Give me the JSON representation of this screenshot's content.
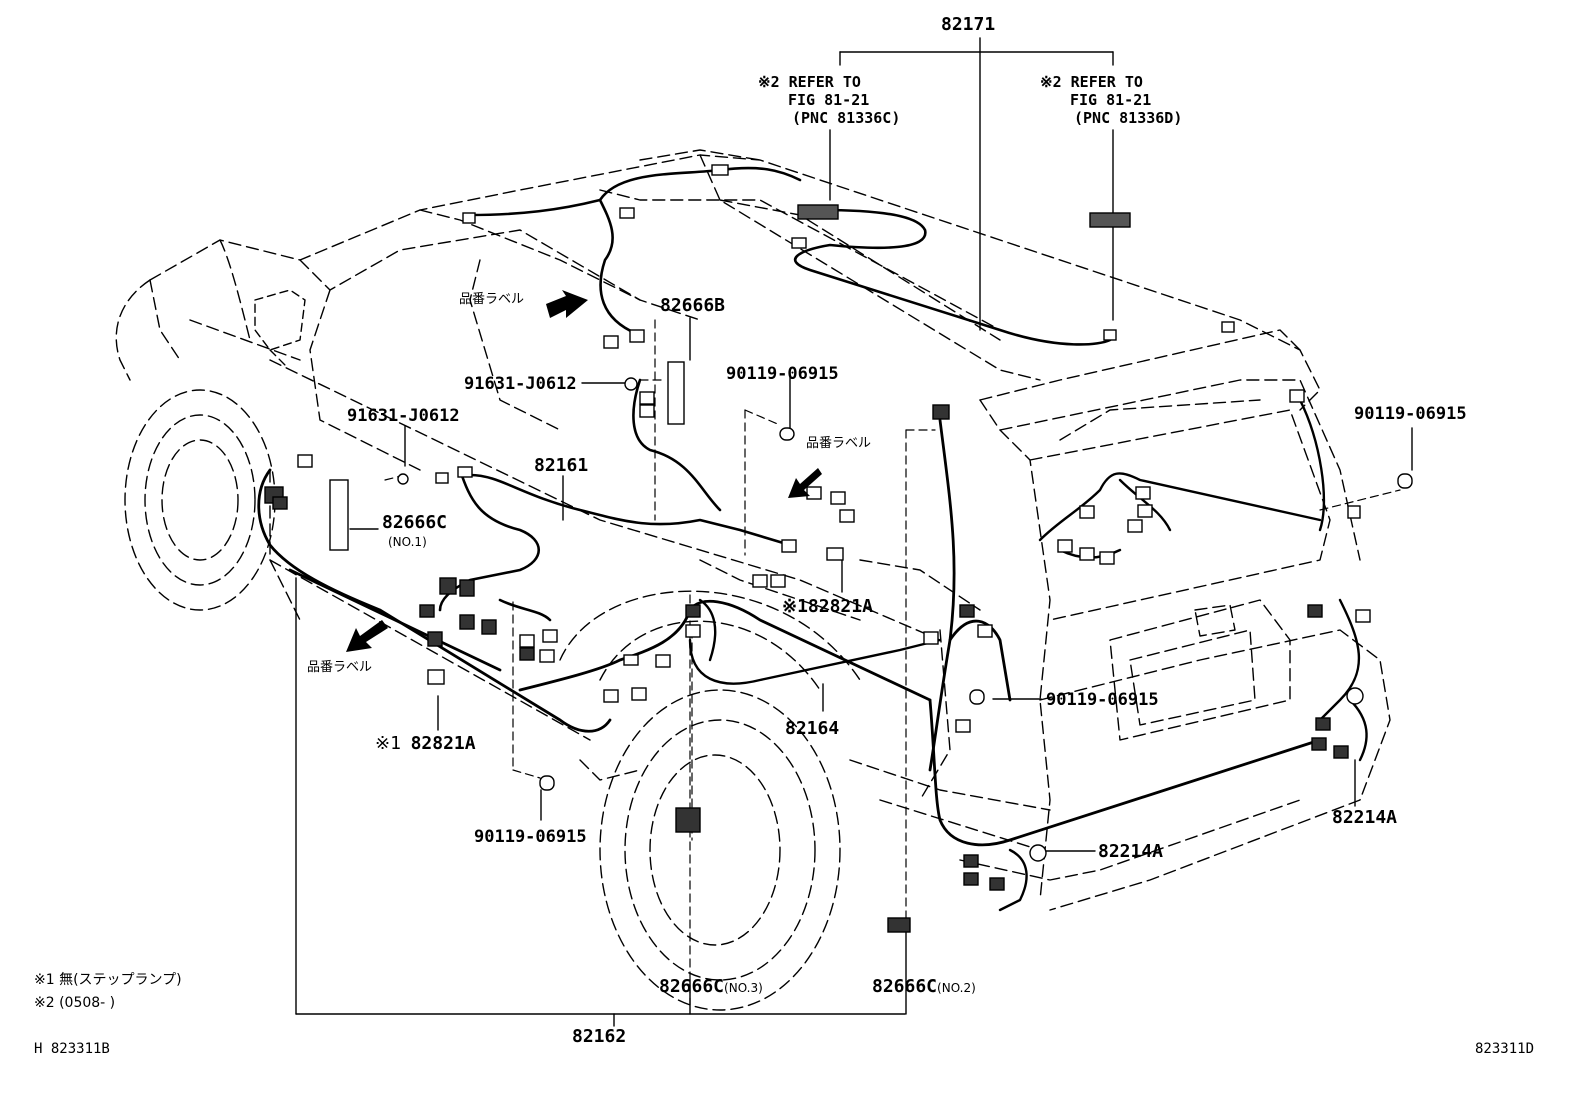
{
  "parts": {
    "p82171": "82171",
    "p82666B": "82666B",
    "p91631_top": "91631-J0612",
    "p91631_left": "91631-J0612",
    "p90119_mid": "90119-06915",
    "p90119_right": "90119-06915",
    "p90119_rear": "90119-06915",
    "p90119_bottom": "90119-06915",
    "p82161": "82161",
    "p82666C_no1": "82666C",
    "p82666C_no1_sub": "(NO.1)",
    "p82821A_mid": "※182821A",
    "p82821A_left_mark": "※1",
    "p82821A_left": "82821A",
    "p82164": "82164",
    "p82214A_right": "82214A",
    "p82214A_lower": "82214A",
    "p82666C_no3": "82666C",
    "p82666C_no3_sub": "(NO.3)",
    "p82666C_no2": "82666C",
    "p82666C_no2_sub": "(NO.2)",
    "p82162": "82162"
  },
  "refs": {
    "left": [
      "※2 REFER TO",
      "FIG 81-21",
      "(PNC 81336C)"
    ],
    "right": [
      "※2 REFER TO",
      "FIG 81-21",
      "(PNC 81336D)"
    ]
  },
  "labels": {
    "hinban_top": "品番ラベル",
    "hinban_mid": "品番ラベル",
    "hinban_left": "品番ラベル"
  },
  "footnotes": {
    "note1": "※1 無(ステップランプ)",
    "note2": "※2 (0508-      )"
  },
  "codes": {
    "left": "H 823311B",
    "right": "823311D"
  },
  "colors": {
    "ink": "#000000",
    "paper": "#ffffff"
  }
}
